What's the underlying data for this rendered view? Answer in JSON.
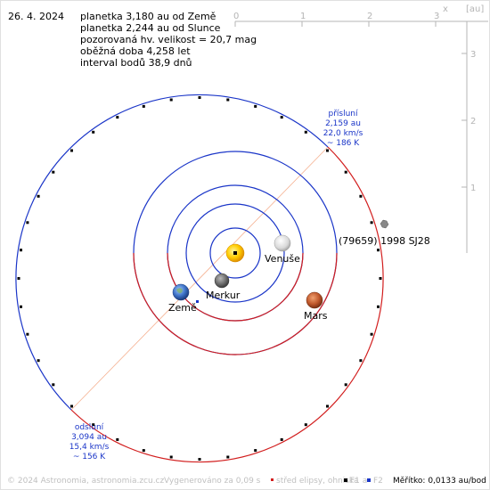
{
  "date": "26. 4. 2024",
  "info": {
    "line1": "planetka 3,180 au od Země",
    "line2": "planetka 2,244 au od Slunce",
    "line3": "pozorovaná hv. velikost = 20,7 mag",
    "line4": "oběžná doba 4,258 let",
    "line5": "interval bodů 38,9 dnů"
  },
  "axes": {
    "x_label": "x",
    "unit_label": "[au]",
    "x_ticks": [
      "0",
      "1",
      "2",
      "3"
    ],
    "y_ticks": [
      "1",
      "2",
      "3"
    ]
  },
  "bodies": {
    "venus": "Venuše",
    "mercury": "Merkur",
    "earth": "Země",
    "mars": "Mars",
    "asteroid": "(79659) 1998 SJ28"
  },
  "perihelion": {
    "title": "přísluní",
    "dist": "2,159 au",
    "speed": "22,0 km/s",
    "temp": "~ 186 K"
  },
  "aphelion": {
    "title": "odsluní",
    "dist": "3,094 au",
    "speed": "15,4 km/s",
    "temp": "~ 156 K"
  },
  "footer": {
    "copyright": "© 2024 Astronomia, astronomia.zcu.cz",
    "generated": "Vygenerováno za 0,09 s",
    "legend_center": "střed elipsy, ohniska",
    "legend_f1": "F1 a",
    "legend_f2": "F2",
    "scale": "Měřítko: 0,0133 au/bod"
  },
  "colors": {
    "orbit_blue": "#1a35c8",
    "orbit_red": "#d21e1e",
    "axis": "#b4b4b4",
    "apsis_line": "#f5b090",
    "sun": "#ffcc00"
  },
  "icons": [
    "sun-icon",
    "venus-icon",
    "mercury-icon",
    "earth-icon",
    "mars-icon",
    "asteroid-icon"
  ]
}
